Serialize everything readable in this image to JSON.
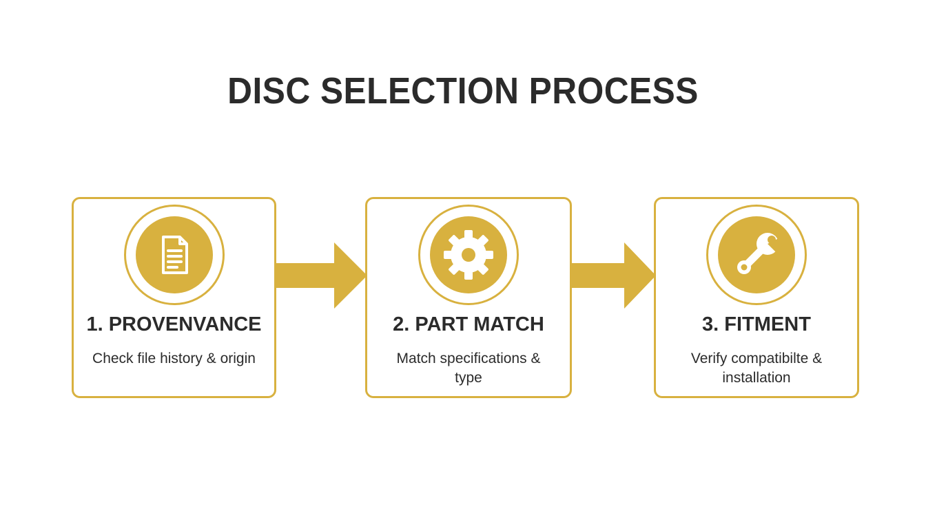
{
  "title": "DISC SELECTION PROCESS",
  "colors": {
    "accent": "#d8b13f",
    "text": "#2b2b2b",
    "background": "#ffffff"
  },
  "steps": [
    {
      "title": "1. PROVENVANCE",
      "description": "Check file history & origin",
      "icon": "document-icon"
    },
    {
      "title": "2. PART MATCH",
      "description": "Match specifications & type",
      "icon": "gear-icon"
    },
    {
      "title": "3. FITMENT",
      "description": "Verify compatibilte & installation",
      "icon": "wrench-icon"
    }
  ]
}
